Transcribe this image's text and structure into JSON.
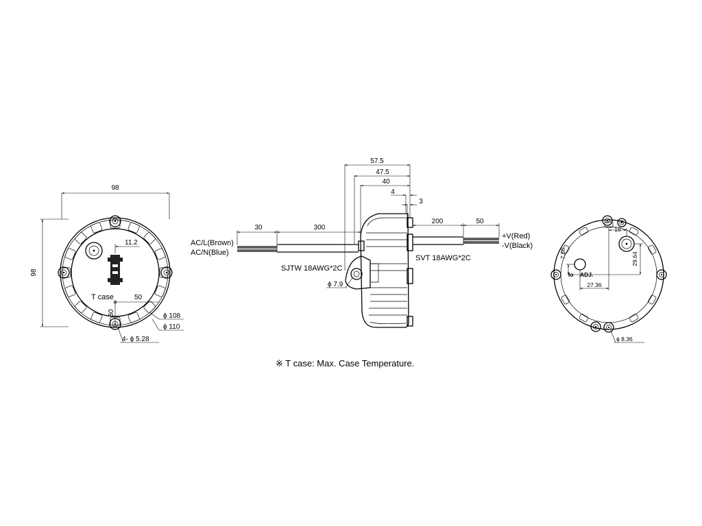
{
  "front_view": {
    "width_dim": "98",
    "height_dim": "98",
    "offset_dim": "11.2",
    "tcase_label": "T case",
    "tcase_dim": "50",
    "vertical_dim": "30",
    "inner_dia": "ϕ 108",
    "outer_dia": "ϕ 110",
    "hole_callout": "4- ϕ 5.28"
  },
  "side_view": {
    "depth_total": "57.5",
    "depth_2": "47.5",
    "depth_3": "40",
    "depth_4": "4",
    "depth_5": "3",
    "ac_strip": "30",
    "ac_length": "300",
    "dc_length": "200",
    "dc_strip": "50",
    "ac_l": "AC/L(Brown)",
    "ac_n": "AC/N(Blue)",
    "ac_cable": "SJTW 18AWG*2C",
    "dc_cable": "SVT 18AWG*2C",
    "v_pos": "+V(Red)",
    "v_neg": "-V(Black)",
    "mount_dia": "ϕ 7.9"
  },
  "back_view": {
    "dim_15": "15",
    "dim_756": "7.56",
    "dim_2964": "29.64",
    "dim_2736": "27.36",
    "adj_label": "ADJ.",
    "io_label": "Io",
    "hole_dia": "ϕ 8.36"
  },
  "footnote": "※ T case: Max. Case Temperature."
}
